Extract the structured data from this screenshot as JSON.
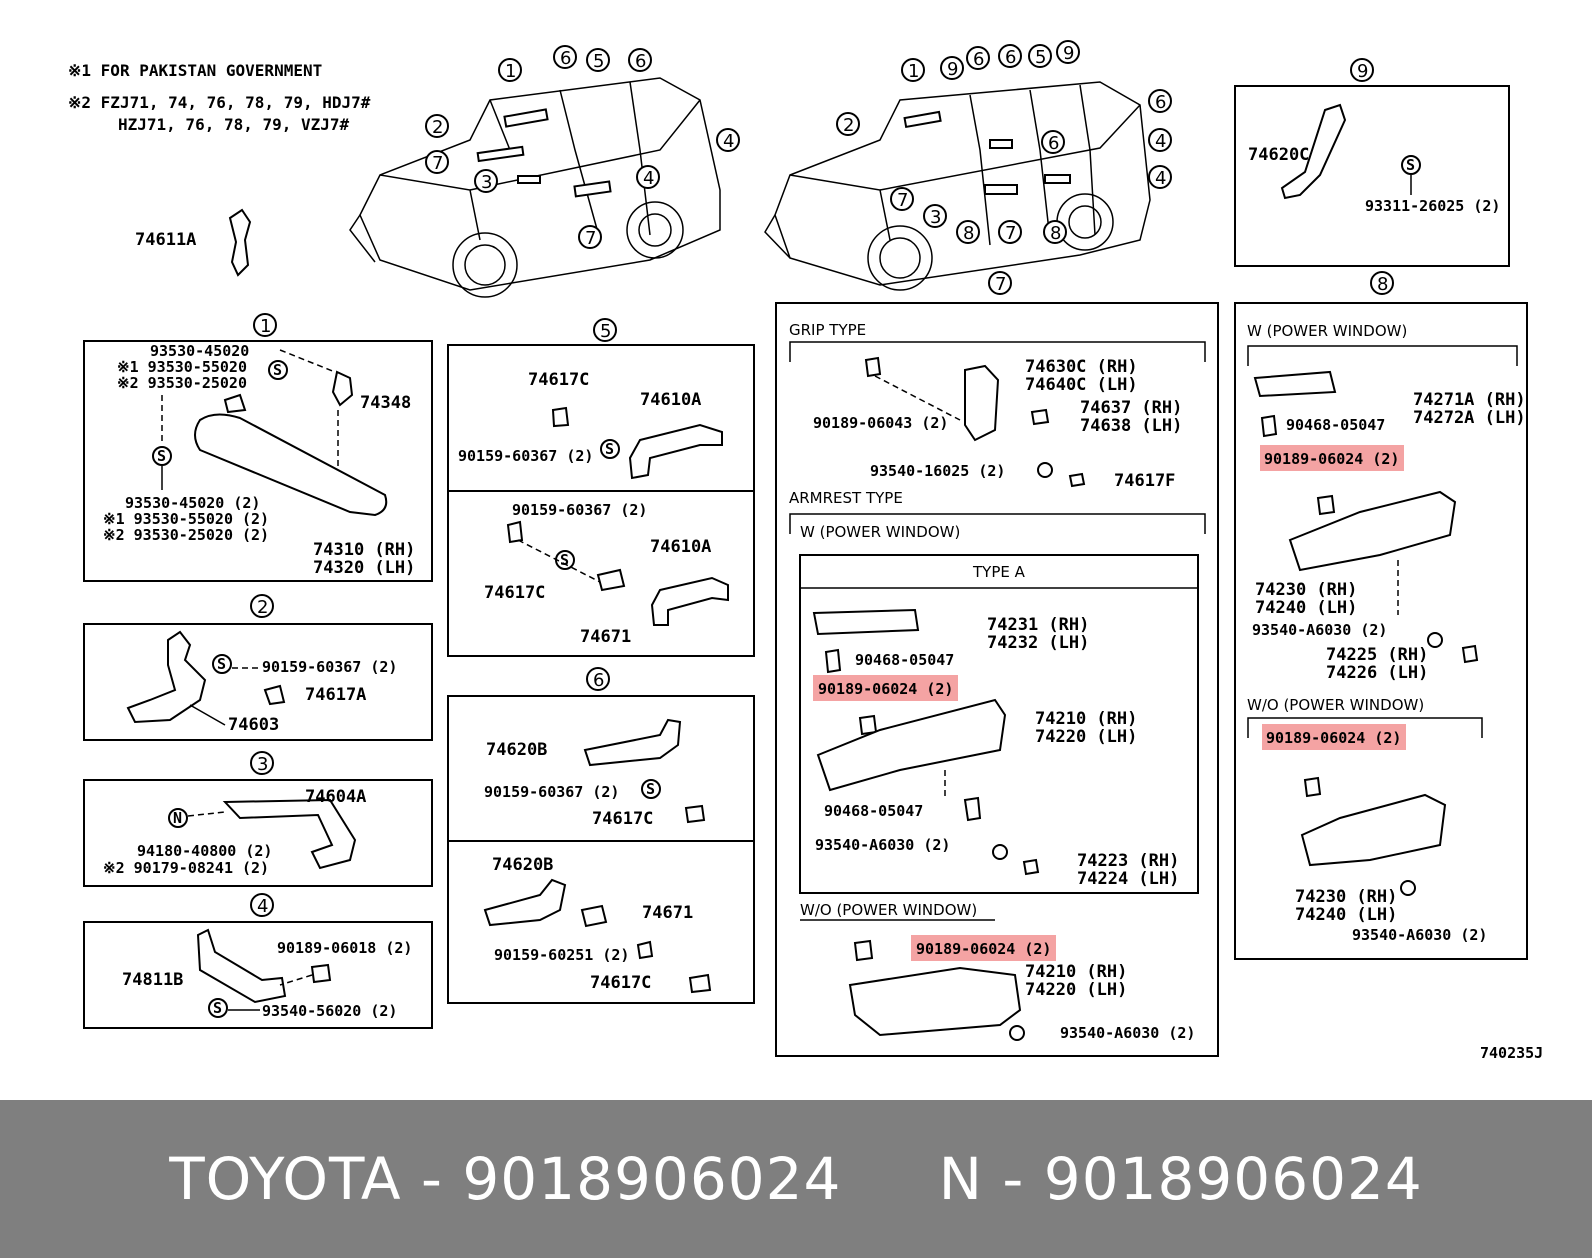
{
  "notes": {
    "note1": "※1 FOR PAKISTAN GOVERNMENT",
    "note2_line1": "※2  FZJ71, 74, 76, 78, 79, HDJ7#",
    "note2_line2": "HZJ71, 76, 78, 79, VZJ7#"
  },
  "callouts": [
    "1",
    "2",
    "3",
    "4",
    "5",
    "6",
    "7",
    "8",
    "9"
  ],
  "sections": {
    "grip_type": "GRIP  TYPE",
    "armrest_type": "ARMREST  TYPE",
    "w_power_window": "W (POWER  WINDOW)",
    "wo_power_window": "W/O (POWER  WINDOW)",
    "type_a": "TYPE  A"
  },
  "parts": {
    "p74611A": "74611A",
    "p93530_45020": "93530-45020",
    "p1_93530_55020": "※1 93530-55020",
    "p2_93530_25020": "※2 93530-25020",
    "p74348": "74348",
    "p93530_45020_2": "93530-45020 (2)",
    "p1_93530_55020_2": "※1 93530-55020 (2)",
    "p2_93530_25020_2": "※2 93530-25020 (2)",
    "p74310": "74310 (RH)",
    "p74320": "74320 (LH)",
    "p90159_60367_2": "90159-60367 (2)",
    "p74617A": "74617A",
    "p74603": "74603",
    "p74604A": "74604A",
    "p94180_40800": "94180-40800 (2)",
    "p2_90179_08241": "※2 90179-08241 (2)",
    "p90189_06018": "90189-06018 (2)",
    "p74811B": "74811B",
    "p93540_56020": "93540-56020 (2)",
    "p74617C": "74617C",
    "p74610A": "74610A",
    "p74671": "74671",
    "p74620B": "74620B",
    "p90159_60251": "90159-60251 (2)",
    "p90189_06043": "90189-06043 (2)",
    "p74630C": "74630C (RH)",
    "p74640C": "74640C (LH)",
    "p74637": "74637 (RH)",
    "p74638": "74638 (LH)",
    "p93540_16025": "93540-16025 (2)",
    "p74617F": "74617F",
    "p74231": "74231 (RH)",
    "p74232": "74232 (LH)",
    "p90468_05047": "90468-05047",
    "p90189_06024": "90189-06024 (2)",
    "p74210": "74210 (RH)",
    "p74220": "74220 (LH)",
    "p93540_A6030": "93540-A6030 (2)",
    "p74223": "74223 (RH)",
    "p74224": "74224 (LH)",
    "p74620C": "74620C",
    "p93311_26025": "93311-26025 (2)",
    "p74271A": "74271A (RH)",
    "p74272A": "74272A (LH)",
    "p74230": "74230 (RH)",
    "p74240": "74240 (LH)",
    "p74225": "74225 (RH)",
    "p74226": "74226 (LH)",
    "symS": "S",
    "symN": "N"
  },
  "catalog_code": "740235J",
  "highlight_color": "#f4a3a3",
  "footer": {
    "text": "TOYOTA - 9018906024     N - 9018906024",
    "background": "#7f7f7f",
    "color": "#ffffff"
  }
}
